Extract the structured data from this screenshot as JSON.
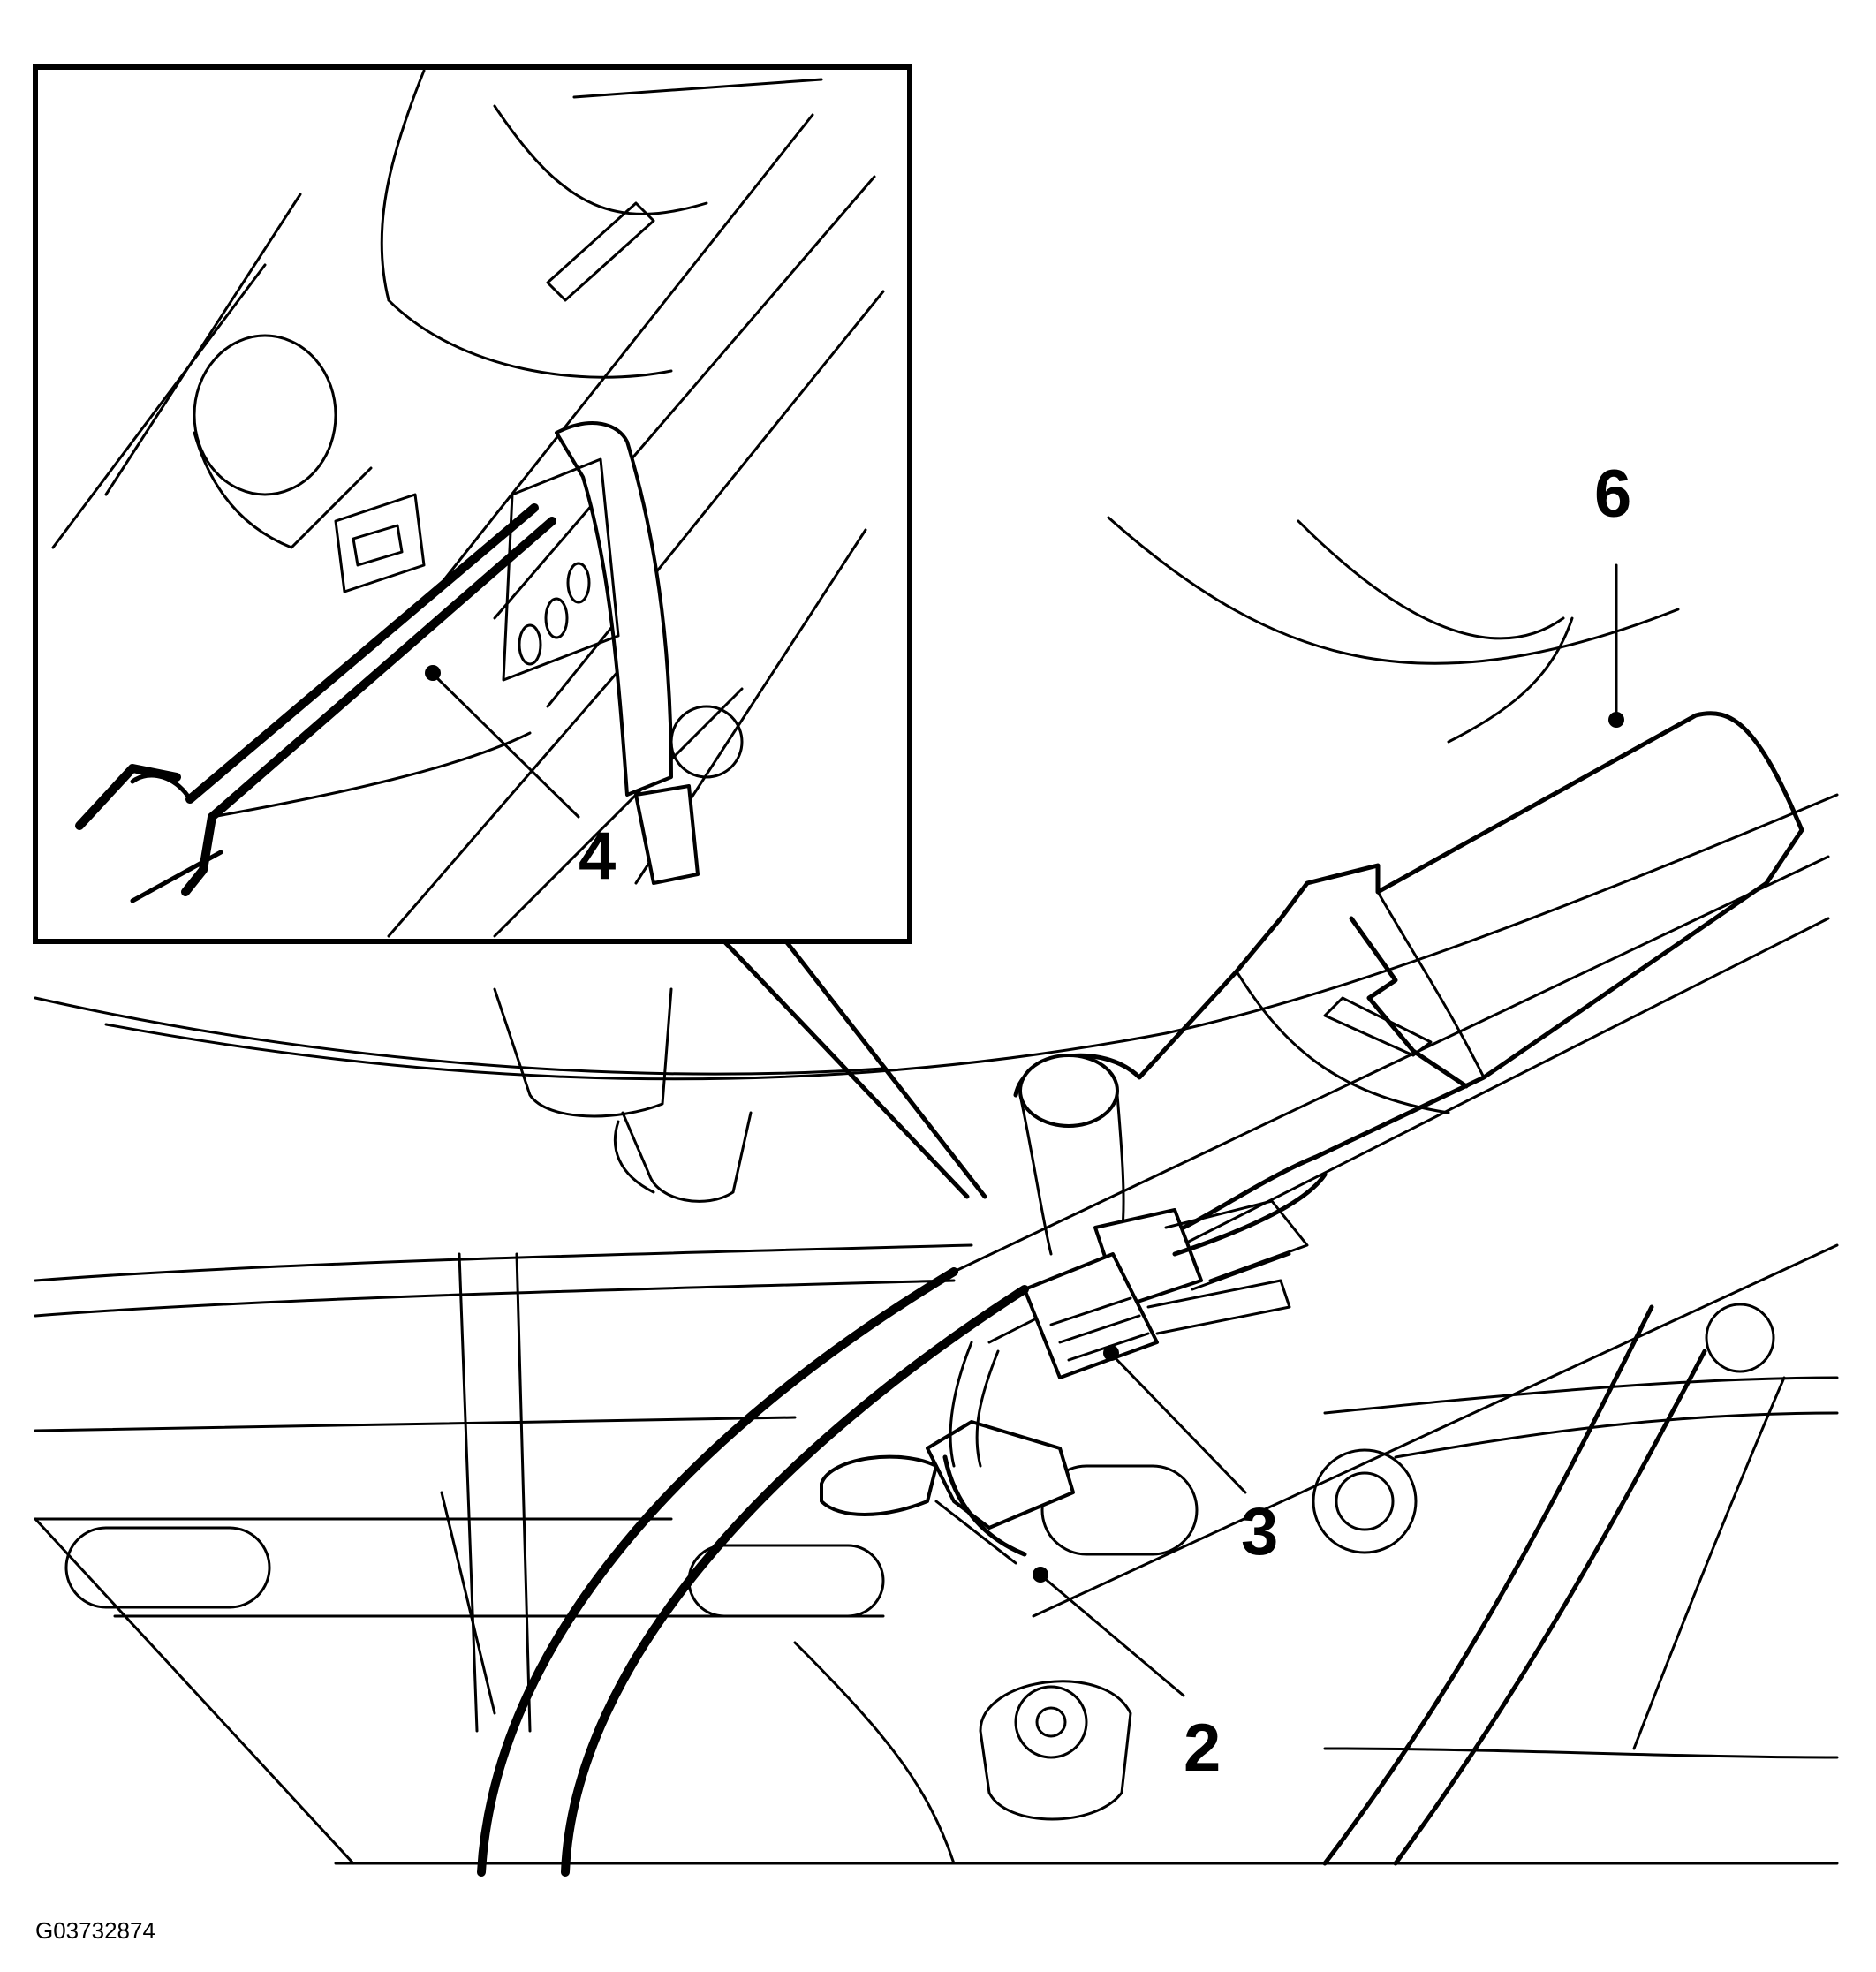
{
  "figure": {
    "id_label": "G03732874"
  },
  "callouts": [
    {
      "label": "6"
    },
    {
      "label": "3"
    },
    {
      "label": "2"
    },
    {
      "label": "4"
    }
  ],
  "colors": {
    "line": "#000000",
    "background": "#ffffff"
  }
}
